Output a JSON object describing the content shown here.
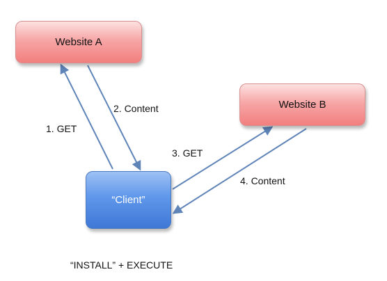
{
  "nodes": {
    "website_a": "Website A",
    "website_b": "Website B",
    "client": "“Client”"
  },
  "edges": [
    {
      "label": "1. GET",
      "from": "client",
      "to": "website_a"
    },
    {
      "label": "2. Content",
      "from": "website_a",
      "to": "client"
    },
    {
      "label": "3. GET",
      "from": "client",
      "to": "website_b"
    },
    {
      "label": "4. Content",
      "from": "website_b",
      "to": "client"
    }
  ],
  "caption": "“INSTALL” + EXECUTE",
  "colors": {
    "server_fill": "#f7a6a6",
    "client_fill": "#5f97ea",
    "arrow": "#5f84b8"
  }
}
